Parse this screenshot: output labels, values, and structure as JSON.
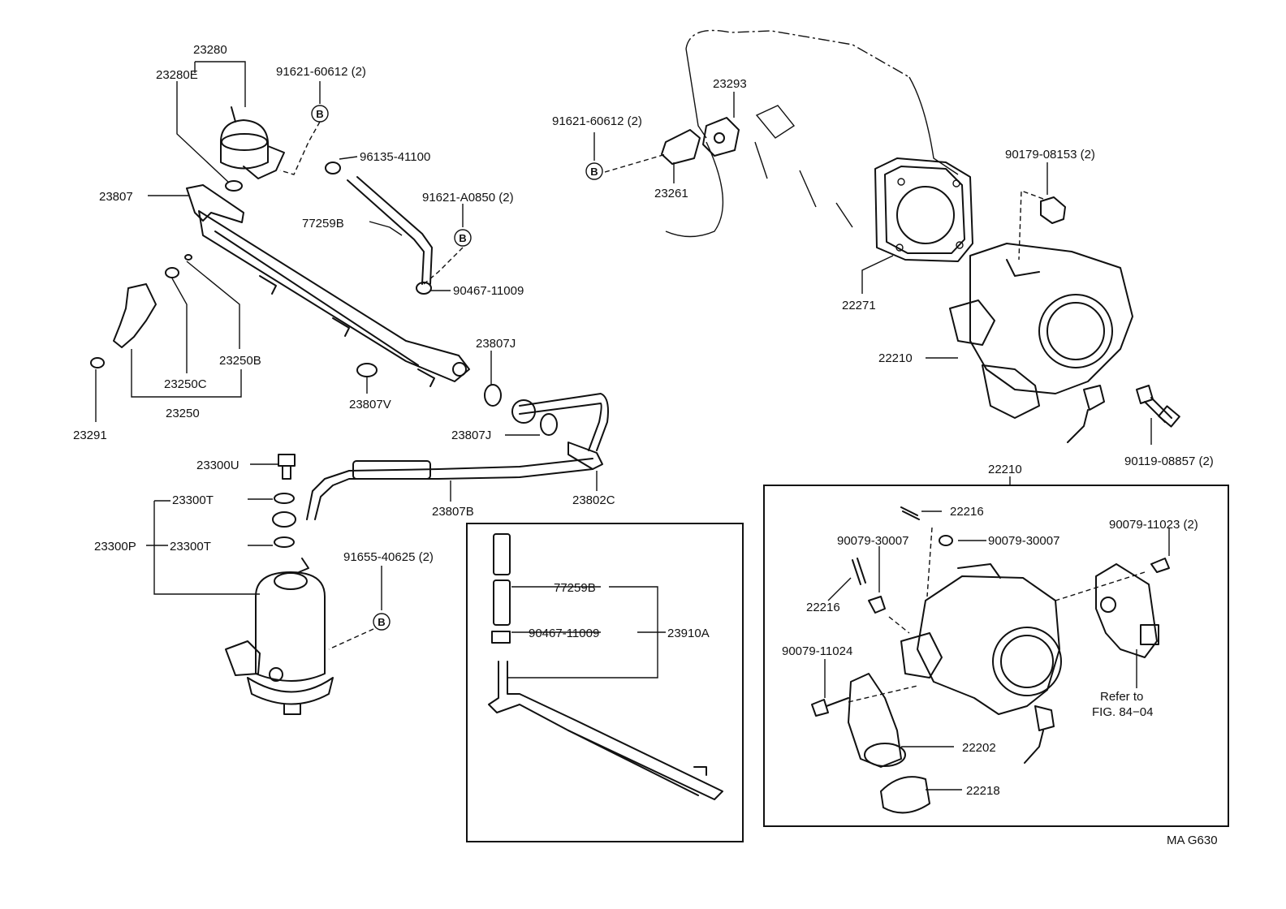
{
  "labels": {
    "p23280": "23280",
    "p23280E": "23280E",
    "p91621_60612_a": "91621-60612 (2)",
    "p96135": "96135-41100",
    "p23807": "23807",
    "p91621_A0850": "91621-A0850 (2)",
    "p77259B_a": "77259B",
    "p90467_a": "90467-11009",
    "p23250B": "23250B",
    "p23250C": "23250C",
    "p23250": "23250",
    "p23291": "23291",
    "p23807V": "23807V",
    "p23807J_a": "23807J",
    "p23807J_b": "23807J",
    "p23300U": "23300U",
    "p23300T_a": "23300T",
    "p23300P": "23300P",
    "p23300T_b": "23300T",
    "p23807B": "23807B",
    "p23802C": "23802C",
    "p91655": "91655-40625 (2)",
    "p77259B_b": "77259B",
    "p90467_b": "90467-11009",
    "p23910A": "23910A",
    "p91621_60612_b": "91621-60612 (2)",
    "p23293": "23293",
    "p23261": "23261",
    "p22271": "22271",
    "p90179": "90179-08153 (2)",
    "p22210_a": "22210",
    "p90119": "90119-08857 (2)",
    "p22210_b": "22210",
    "p22216_a": "22216",
    "p90079_30007_a": "90079-30007",
    "p90079_30007_b": "90079-30007",
    "p90079_11023": "90079-11023 (2)",
    "p22216_b": "22216",
    "p90079_11024": "90079-11024",
    "p22202": "22202",
    "p22218": "22218",
    "refer1": "Refer to",
    "refer2": "FIG. 84−04",
    "figcode": "MA G630",
    "bolt_ref": "B"
  }
}
